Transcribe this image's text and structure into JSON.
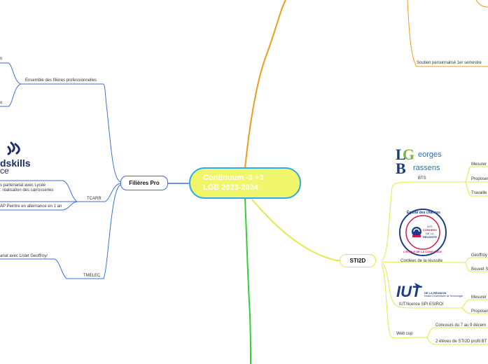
{
  "central": {
    "title_line1": "Continuum -3 +3",
    "title_line2": "LGB 2023-2024"
  },
  "left": {
    "filieres": "Filières Pro",
    "ensemble": "Ensemble des filières professionnelles",
    "frag_n": "n",
    "frag_u": "u",
    "worldskills_l1": "dskills",
    "worldskills_l2": "ce",
    "partenariat_l1": "s partenariat avec Lycée",
    "partenariat_l2": ": réalisation des carrosseries",
    "tcarr": "TCARR",
    "cap": "AP Peintre en alternance en 1 an",
    "melec_item": "ariat avec Lislet Geoffroy/",
    "tmelec": "TMELEC"
  },
  "top_right": {
    "soutien": "Soutien personnalisé 1er semestre"
  },
  "sti2d": {
    "label": "STI2D",
    "bts": "BTS",
    "lgb_logo_text1": "eorges",
    "lgb_logo_text2": "rassens",
    "bts_items": [
      "Mesurer",
      "Proposer",
      "Travaille"
    ],
    "cordees": "Cordées de la réussite",
    "cordees_logo_top": "Égalité des chances",
    "cordees_logo_mid1": "LES",
    "cordees_logo_mid2": "CORDÉES",
    "cordees_logo_mid3": "DE LA",
    "cordees_logo_mid4": "RÉUSSITE",
    "cordees_logo_bottom": "L'ÉCOLE DE LA CONFIANCE",
    "cordees_items": [
      "Geoffroy",
      "Bouvet S"
    ],
    "iut": "IUT/licence SPI ESIROI",
    "iut_logo_l1": "DE LA RÉUNION",
    "iut_logo_l2": "Institut Universitaire de Technologie",
    "iut_items": [
      "Mesurer",
      "Proposer"
    ],
    "webcup": "Web cup",
    "webcup_items": [
      "Concours du 7 au 9 décem",
      "2 élèves de STI2D profil BT"
    ]
  },
  "colors": {
    "central_fill": "#f0f56a",
    "central_border": "#2ea8e8",
    "blue_branch": "#3b6fd8",
    "yellow_branch": "#e4e84a",
    "orange_branch": "#f29a1a",
    "green_branch": "#2fd12f"
  }
}
